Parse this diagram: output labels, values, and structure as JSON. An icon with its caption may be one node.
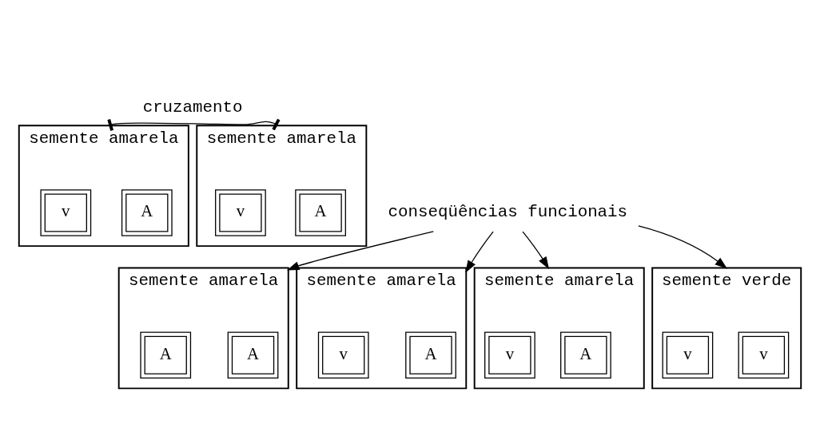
{
  "diagram": {
    "nodes": [
      {
        "text": [
          "semente amarela"
        ]
      },
      {
        "text": [
          "A"
        ],
        "in": 0
      },
      {
        "text": [
          "v"
        ],
        "in": 0
      },
      {
        "text": [
          "semente amarela"
        ]
      },
      {
        "text": [
          "A"
        ],
        "in": 3
      },
      {
        "text": [
          "v"
        ],
        "in": 3
      },
      {
        "text": [
          "conseqüências funcionais"
        ]
      },
      {
        "text": [
          "semente amarela"
        ]
      },
      {
        "text": [
          "A"
        ],
        "in": 7
      },
      {
        "text": [
          "A"
        ],
        "in": 7
      },
      {
        "text": [
          "semente amarela"
        ]
      },
      {
        "text": [
          "A"
        ],
        "in": 10
      },
      {
        "text": [
          "v"
        ],
        "in": 10
      },
      {
        "text": [
          "semente amarela"
        ]
      },
      {
        "text": [
          "A"
        ],
        "in": 13
      },
      {
        "text": [
          "v"
        ],
        "in": 13
      },
      {
        "text": [
          "semente verde"
        ]
      },
      {
        "text": [
          "v"
        ],
        "in": 16
      },
      {
        "text": [
          "v"
        ],
        "in": 16
      }
    ],
    "edges": [
      {
        "from": 0,
        "to": 3,
        "arrow": "other",
        "label": "cruzamento"
      },
      {
        "from": 6,
        "to": 7,
        "arrow": "to"
      },
      {
        "from": 6,
        "to": 10,
        "arrow": "to"
      },
      {
        "from": 6,
        "to": 13,
        "arrow": "to"
      },
      {
        "from": 6,
        "to": 16,
        "arrow": "to"
      }
    ]
  }
}
